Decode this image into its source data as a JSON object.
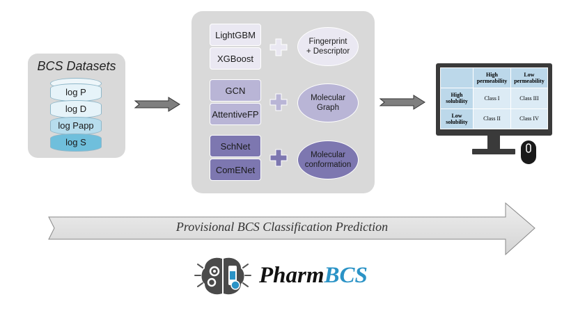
{
  "datasets": {
    "title": "BCS Datasets",
    "items": [
      "log P",
      "log D",
      "log Papp",
      "log S"
    ]
  },
  "models": {
    "groups": [
      {
        "models": [
          "LightGBM",
          "XGBoost"
        ],
        "feature": [
          "Fingerprint",
          "+ Descriptor"
        ]
      },
      {
        "models": [
          "GCN",
          "AttentiveFP"
        ],
        "feature": [
          "Molecular",
          "Graph"
        ]
      },
      {
        "models": [
          "SchNet",
          "ComENet"
        ],
        "feature": [
          "Molecular",
          "conformation"
        ]
      }
    ]
  },
  "classification_table": {
    "col_headers": [
      "High permeability",
      "Low permeability"
    ],
    "rows": [
      {
        "header": "High solubility",
        "cells": [
          "Class I",
          "Class III"
        ]
      },
      {
        "header": "Low solubility",
        "cells": [
          "Class II",
          "Class IV"
        ]
      }
    ]
  },
  "banner": {
    "text": "Provisional BCS Classification Prediction"
  },
  "brand": {
    "prefix": "Pharm",
    "suffix": "BCS"
  },
  "colors": {
    "panel_bg": "#d9d9d9",
    "dataset_light": "#e6f3f9",
    "dataset_mid": "#b7dded",
    "dataset_dark": "#6fbfdc",
    "group1": "#eae8f2",
    "group2": "#b9b5d6",
    "group3": "#7d77b0",
    "table_header": "#bcd8ea",
    "table_cell": "#dcebf5",
    "brand_blue": "#2b93c6"
  }
}
